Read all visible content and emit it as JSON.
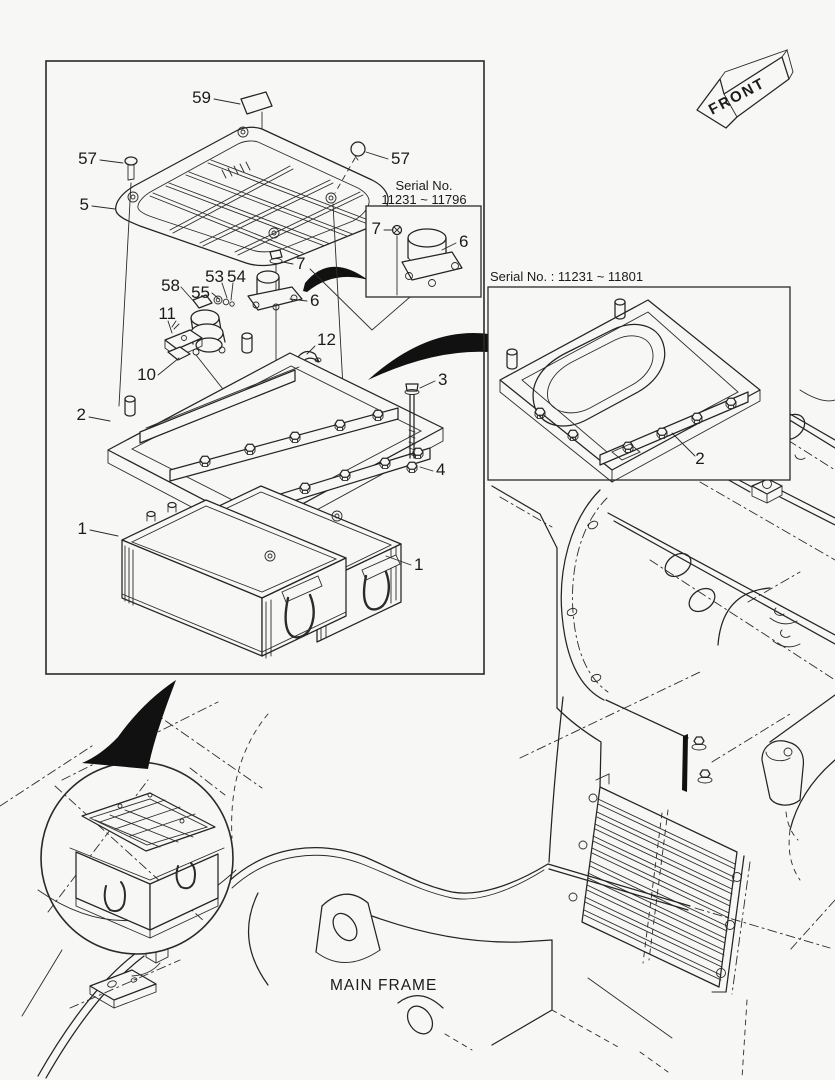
{
  "diagram": {
    "front_label": "FRONT",
    "main_frame_label": "MAIN FRAME",
    "serial_note_small": {
      "line1": "Serial No.",
      "line2": "11231 ~ 11796"
    },
    "serial_note_large": "Serial No. : 11231 ~ 11801",
    "parts": {
      "battery": "1",
      "battery_frame": "2",
      "bolt": "3",
      "nut": "4",
      "battery_cover": "5",
      "relay": "6",
      "relay_bolt": "7",
      "bracket": "10",
      "bracket_bolt": "11",
      "clamp": "12",
      "washer_53": "53",
      "washer_54": "54",
      "washer_55": "55",
      "cover_screw": "57",
      "battery_switch": "58",
      "warning_label": "59"
    },
    "colors": {
      "line": "#242424",
      "background": "#f7f7f5"
    }
  }
}
